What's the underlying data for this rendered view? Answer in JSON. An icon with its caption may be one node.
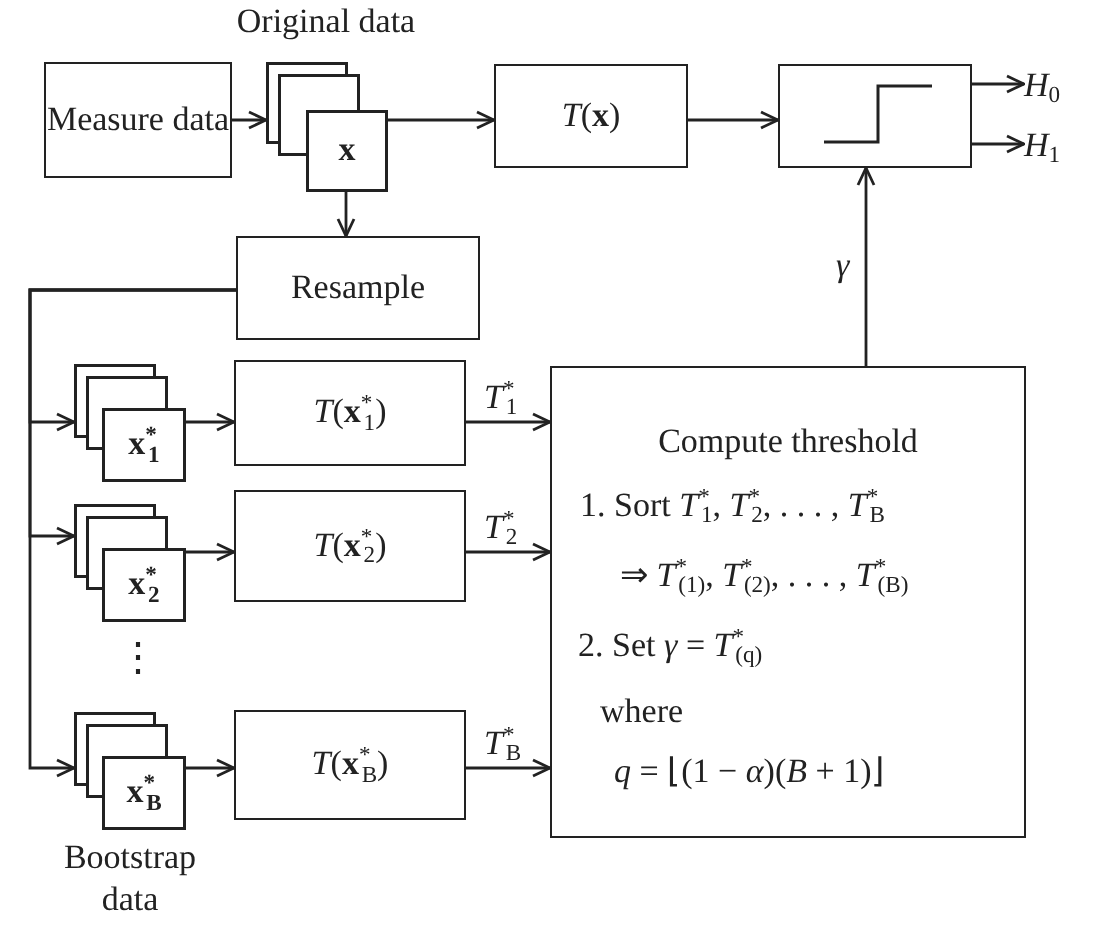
{
  "diagram": {
    "nodes": [
      {
        "text": [
          "Measure data"
        ]
      },
      {
        "text": [
          "x"
        ],
        "beside": [
          "Original data"
        ]
      },
      {
        "text": [
          "*T*(**x**)"
        ]
      },
      {
        "text": [],
        "shape": "box"
      },
      {
        "text": [
          "*H*$_{0}$"
        ]
      },
      {
        "text": [
          "*H*$_{1}$"
        ]
      },
      {
        "text": [
          "Resample"
        ]
      },
      {
        "text": [
          "**x**$^{*}$$_{1}$"
        ]
      },
      {
        "text": [
          "*T*(**x**$^{*}$$_{1}$)"
        ]
      },
      {
        "text": [
          "**x**$^{*}$$_{2}$"
        ]
      },
      {
        "text": [
          "*T*(**x**$^{*}$$_{2}$)"
        ]
      },
      {
        "text": [
          "**x**$^{*}$$_{B}$"
        ],
        "beside": [
          "Bootstrap data"
        ]
      },
      {
        "text": [
          "*T*(**x**$^{*}$$_{B}$)"
        ]
      },
      {
        "text": [
          "Compute threshold",
          "1. Sort *T*$^{*}$$_{1}$, *T*$^{*}$$_{2}$, . . . , *T*$^{*}$$_{B}$",
          "⇒ *T*$^{*}$$_{(1)}$, *T*$^{*}$$_{(2)}$, . . . , *T*$^{*}$$_{(B)}$",
          "2. Set *γ* = *T*$^{*}$$_{(q)}$",
          "where",
          "*q* = ⌊(1 − *α*)(*B* + 1)⌋"
        ]
      }
    ],
    "edges": [
      {
        "from": 0,
        "to": 1,
        "arrow": "to"
      },
      {
        "from": 1,
        "to": 2,
        "arrow": "to"
      },
      {
        "from": 2,
        "to": 3,
        "arrow": "to"
      },
      {
        "from": 3,
        "to": 4,
        "arrow": "to"
      },
      {
        "from": 3,
        "to": 5,
        "arrow": "to"
      },
      {
        "from": 1,
        "to": 6,
        "arrow": "to"
      },
      {
        "from": 6,
        "to": 7,
        "arrow": "to"
      },
      {
        "from": 6,
        "to": 9,
        "arrow": "to"
      },
      {
        "from": 6,
        "to": 11,
        "arrow": "to"
      },
      {
        "from": 7,
        "to": 8,
        "arrow": "to"
      },
      {
        "from": 9,
        "to": 10,
        "arrow": "to"
      },
      {
        "from": 11,
        "to": 12,
        "arrow": "to"
      },
      {
        "from": 8,
        "to": 13,
        "arrow": "to",
        "label": "*T*$^{*}$$_{1}$"
      },
      {
        "from": 10,
        "to": 13,
        "arrow": "to",
        "label": "*T*$^{*}$$_{2}$"
      },
      {
        "from": 12,
        "to": 13,
        "arrow": "to",
        "label": "*T*$^{*}$$_{B}$"
      },
      {
        "from": 13,
        "to": 3,
        "arrow": "to",
        "label": "*γ*"
      }
    ],
    "labels": [
      "⋮"
    ]
  }
}
